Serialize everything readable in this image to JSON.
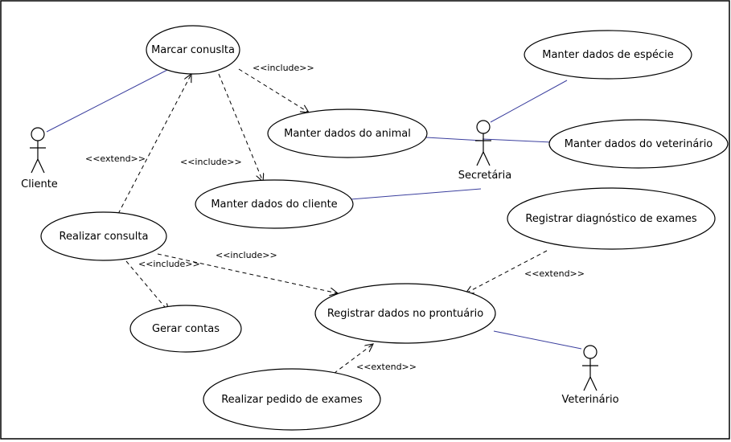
{
  "diagram": {
    "type": "use-case",
    "colors": {
      "border": "#000000",
      "association": "#3b3f9e",
      "dependency": "#000000",
      "background": "#ffffff"
    },
    "actors": [
      {
        "id": "cliente",
        "name": "Cliente"
      },
      {
        "id": "secretaria",
        "name": "Secretária"
      },
      {
        "id": "veterinario",
        "name": "Veterinário"
      }
    ],
    "use_cases": [
      {
        "id": "marcar",
        "label": "Marcar conuslta"
      },
      {
        "id": "animal",
        "label": "Manter dados do animal"
      },
      {
        "id": "cliente_dados",
        "label": "Manter dados do cliente"
      },
      {
        "id": "especie",
        "label": "Manter dados de espécie"
      },
      {
        "id": "vet_dados",
        "label": "Manter dados do veterinário"
      },
      {
        "id": "realizar",
        "label": "Realizar consulta"
      },
      {
        "id": "gerar",
        "label": "Gerar contas"
      },
      {
        "id": "diagnostico",
        "label": "Registrar diagnóstico de exames"
      },
      {
        "id": "prontuario",
        "label": "Registrar dados no prontuário"
      },
      {
        "id": "pedido",
        "label": "Realizar pedido de exames"
      }
    ],
    "associations": [
      {
        "actor": "cliente",
        "use_case": "marcar"
      },
      {
        "actor": "secretaria",
        "use_case": "animal"
      },
      {
        "actor": "secretaria",
        "use_case": "cliente_dados"
      },
      {
        "actor": "secretaria",
        "use_case": "especie"
      },
      {
        "actor": "secretaria",
        "use_case": "vet_dados"
      },
      {
        "actor": "veterinario",
        "use_case": "prontuario"
      }
    ],
    "dependencies": [
      {
        "from": "marcar",
        "to": "animal",
        "stereotype": "<<include>>"
      },
      {
        "from": "marcar",
        "to": "cliente_dados",
        "stereotype": "<<include>>"
      },
      {
        "from": "realizar",
        "to": "marcar",
        "stereotype": "<<extend>>"
      },
      {
        "from": "realizar",
        "to": "gerar",
        "stereotype": "<<include>>"
      },
      {
        "from": "realizar",
        "to": "prontuario",
        "stereotype": "<<include>>"
      },
      {
        "from": "diagnostico",
        "to": "prontuario",
        "stereotype": "<<extend>>"
      },
      {
        "from": "pedido",
        "to": "prontuario",
        "stereotype": "<<extend>>"
      }
    ]
  }
}
